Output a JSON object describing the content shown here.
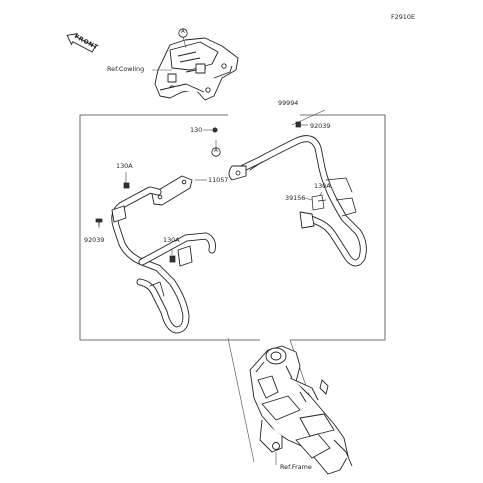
{
  "diagram": {
    "figure_code": "F2910E",
    "front_label": "FRONT",
    "ref_cowling": "Ref.Cowling",
    "ref_frame": "Ref.Frame",
    "marker_a": "A",
    "parts": {
      "p99994": "99994",
      "p92039_top": "92039",
      "p130_top": "130",
      "p130a_left": "130A",
      "p11057": "11057",
      "p130a_right": "130A",
      "p39156": "39156",
      "p92039_left": "92039",
      "p130a_lower": "130A"
    }
  },
  "colors": {
    "line": "#222222",
    "part_fill": "#ffffff",
    "shade": "#bdbdbd"
  }
}
